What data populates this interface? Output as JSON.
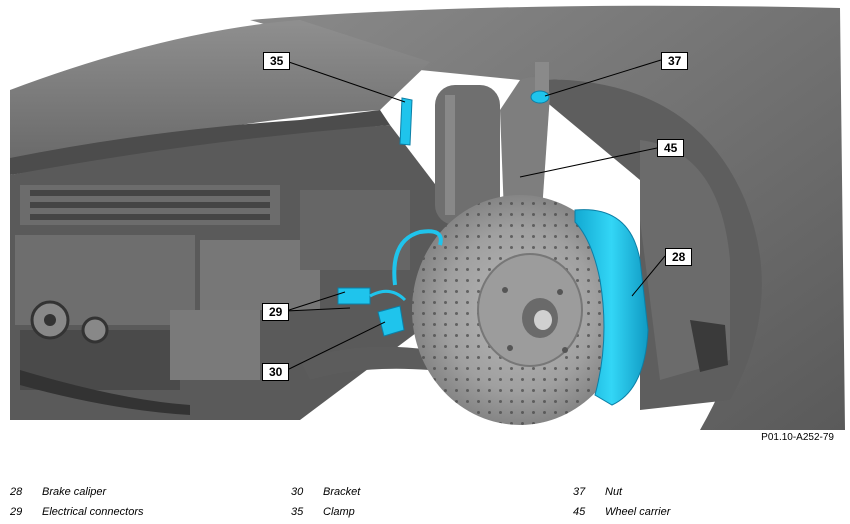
{
  "callouts": [
    {
      "number": "35"
    },
    {
      "number": "37"
    },
    {
      "number": "45"
    },
    {
      "number": "28"
    },
    {
      "number": "29"
    },
    {
      "number": "30"
    }
  ],
  "figure_code": "P01.10-A252-79",
  "legend": [
    {
      "number": "28",
      "label": "Brake caliper"
    },
    {
      "number": "29",
      "label": "Electrical connectors"
    },
    {
      "number": "30",
      "label": "Bracket"
    },
    {
      "number": "35",
      "label": "Clamp"
    },
    {
      "number": "37",
      "label": "Nut"
    },
    {
      "number": "45",
      "label": "Wheel carrier"
    }
  ],
  "colors": {
    "highlight": "#1fc4ec",
    "body_dark": "#4a4a4a",
    "body_mid": "#777777",
    "body_light": "#a5a5a5",
    "disc": "#9a9a9a"
  }
}
